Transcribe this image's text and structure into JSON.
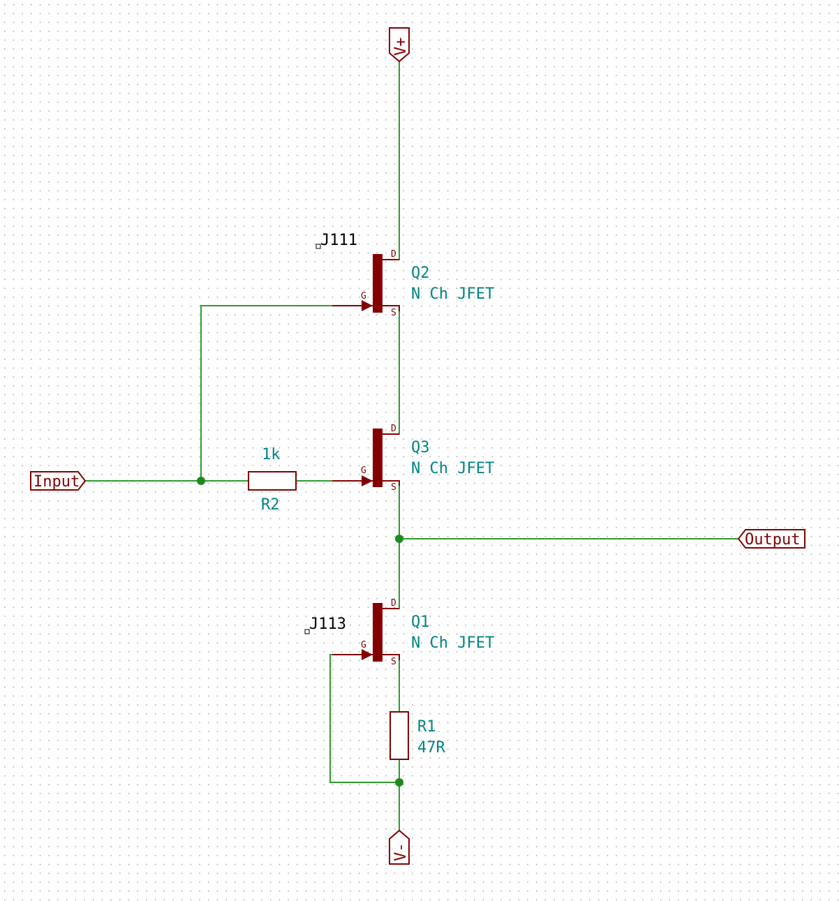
{
  "power": {
    "vplus": "V+",
    "vminus": "V-"
  },
  "labels": {
    "input": "Input",
    "output": "Output"
  },
  "q2": {
    "ref": "Q2",
    "type": "N Ch JFET",
    "part": "J111"
  },
  "q3": {
    "ref": "Q3",
    "type": "N Ch JFET"
  },
  "q1": {
    "ref": "Q1",
    "type": "N Ch JFET",
    "part": "J113"
  },
  "r2": {
    "ref": "R2",
    "value": "1k"
  },
  "r1": {
    "ref": "R1",
    "value": "47R"
  },
  "pins": {
    "drain": "D",
    "gate": "G",
    "source": "S"
  },
  "colors": {
    "wire": "#2e9b2e",
    "component": "#840000",
    "reference": "#008484",
    "background": "#ffffff"
  }
}
